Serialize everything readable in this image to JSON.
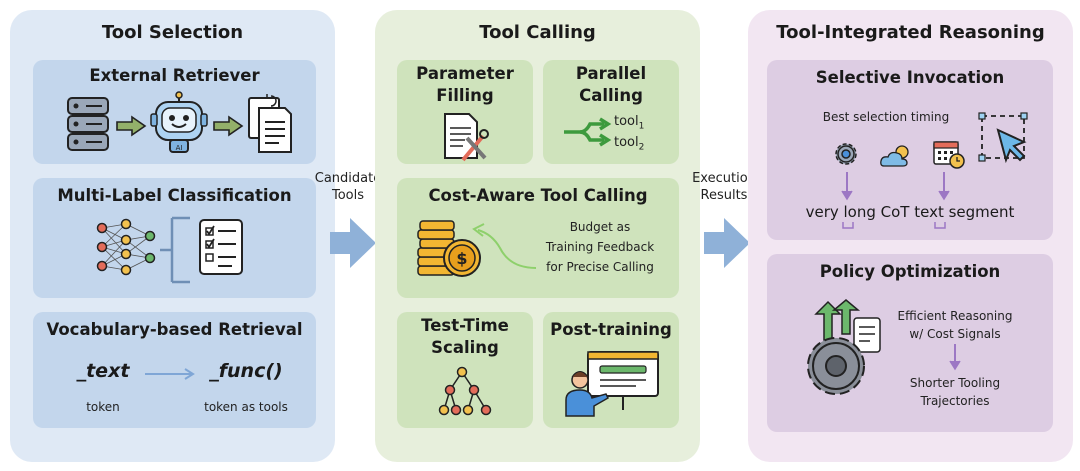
{
  "panels": {
    "selection": {
      "title": "Tool Selection",
      "external_retriever": "External Retriever",
      "multi_label": "Multi-Label Classification",
      "vocab": {
        "title": "Vocabulary-based Retrieval",
        "text_token": "_text",
        "func_token": "_func()",
        "token_caption": "token",
        "tools_caption": "token as tools"
      }
    },
    "calling": {
      "title": "Tool Calling",
      "param_line1": "Parameter",
      "param_line2": "Filling",
      "parallel_line1": "Parallel",
      "parallel_line2": "Calling",
      "tool1": "tool",
      "tool1_sub": "1",
      "tool2": "tool",
      "tool2_sub": "2",
      "cost_aware": "Cost-Aware Tool Calling",
      "budget_line1": "Budget as",
      "budget_line2": "Training Feedback",
      "budget_line3": "for Precise Calling",
      "tts_line1": "Test-Time",
      "tts_line2": "Scaling",
      "post_training": "Post-training"
    },
    "reasoning": {
      "title": "Tool-Integrated Reasoning",
      "selective": "Selective Invocation",
      "best_timing": "Best selection timing",
      "cot": "very long CoT text segment",
      "policy": "Policy Optimization",
      "eff_line1": "Efficient Reasoning",
      "eff_line2": "w/ Cost Signals",
      "short_line1": "Shorter Tooling",
      "short_line2": "Trajectories"
    }
  },
  "arrows": {
    "candidate_line1": "Candidate",
    "candidate_line2": "Tools",
    "exec_line1": "Execution",
    "exec_line2": "Results"
  },
  "colors": {
    "selection_bg": "#dfe9f5",
    "selection_card": "#c3d6ec",
    "calling_bg": "#e7efdc",
    "calling_card": "#cfe3bc",
    "reasoning_bg": "#f2e6f2",
    "reasoning_card": "#ddcde3",
    "arrow": "#8fb1d8",
    "purple_arrow": "#9c77c4"
  }
}
